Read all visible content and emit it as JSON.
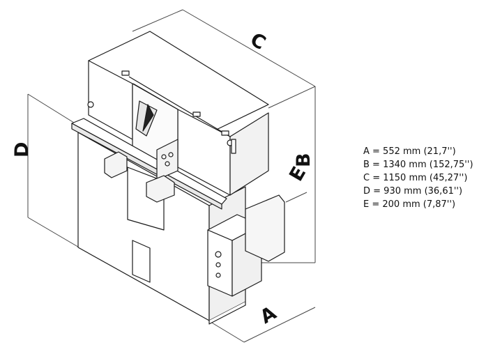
{
  "dimension_labels": {
    "A": "A",
    "B": "B",
    "C": "C",
    "D": "D",
    "E": "E"
  },
  "legend": [
    "A =  552 mm (21,7'')",
    "B =  1340 mm  (152,75'')",
    "C = 1150 mm (45,27'')",
    "D = 930 mm (36,61'')",
    "E = 200 mm (7,87'')"
  ],
  "colors": {
    "outline": "#1a1a1a",
    "fill": "#ffffff",
    "shade": "#d9d9d9",
    "dim_line": "#444444"
  }
}
